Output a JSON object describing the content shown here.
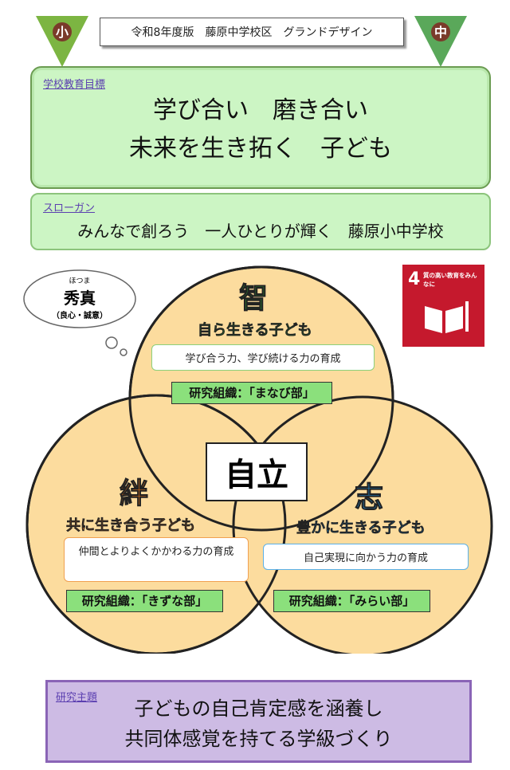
{
  "header": {
    "title": "令和8年度版　藤原中学校区　グランドデザイン"
  },
  "logos": {
    "left": "小",
    "right": "中"
  },
  "goal": {
    "label": "学校教育目標",
    "lines": [
      "学び合い　磨き合い",
      "未来を生き拓く　子ども"
    ]
  },
  "slogan": {
    "label": "スローガン",
    "text": "みんなで創ろう　一人ひとりが輝く　藤原小中学校"
  },
  "cloud": {
    "ruby": "ほつま",
    "title": "秀真",
    "sub": "（良心・誠意）"
  },
  "sdg": {
    "number": "4",
    "text": "質の高い教育をみんなに"
  },
  "center": "自立",
  "circles": [
    {
      "kanji": "智",
      "subtitle": "自ら生きる子ども",
      "ability": "学び合う力、学び続ける力の育成",
      "org": "研究組織：「まなび部」",
      "color": "#2e9a2e"
    },
    {
      "kanji": "絆",
      "subtitle": "共に生き合う子ども",
      "ability": "仲間とよりよくかかわる力の育成",
      "org": "研究組織：「きずな部」",
      "color": "#f07a1a"
    },
    {
      "kanji": "志",
      "subtitle": "豊かに生きる子ども",
      "ability": "自己実現に向かう力の育成",
      "org": "研究組織：「みらい部」",
      "color": "#1e8fd6"
    }
  ],
  "theme": {
    "label": "研究主題",
    "lines": [
      "子どもの自己肯定感を涵養し",
      "共同体感覚を持てる学級づくり"
    ]
  }
}
